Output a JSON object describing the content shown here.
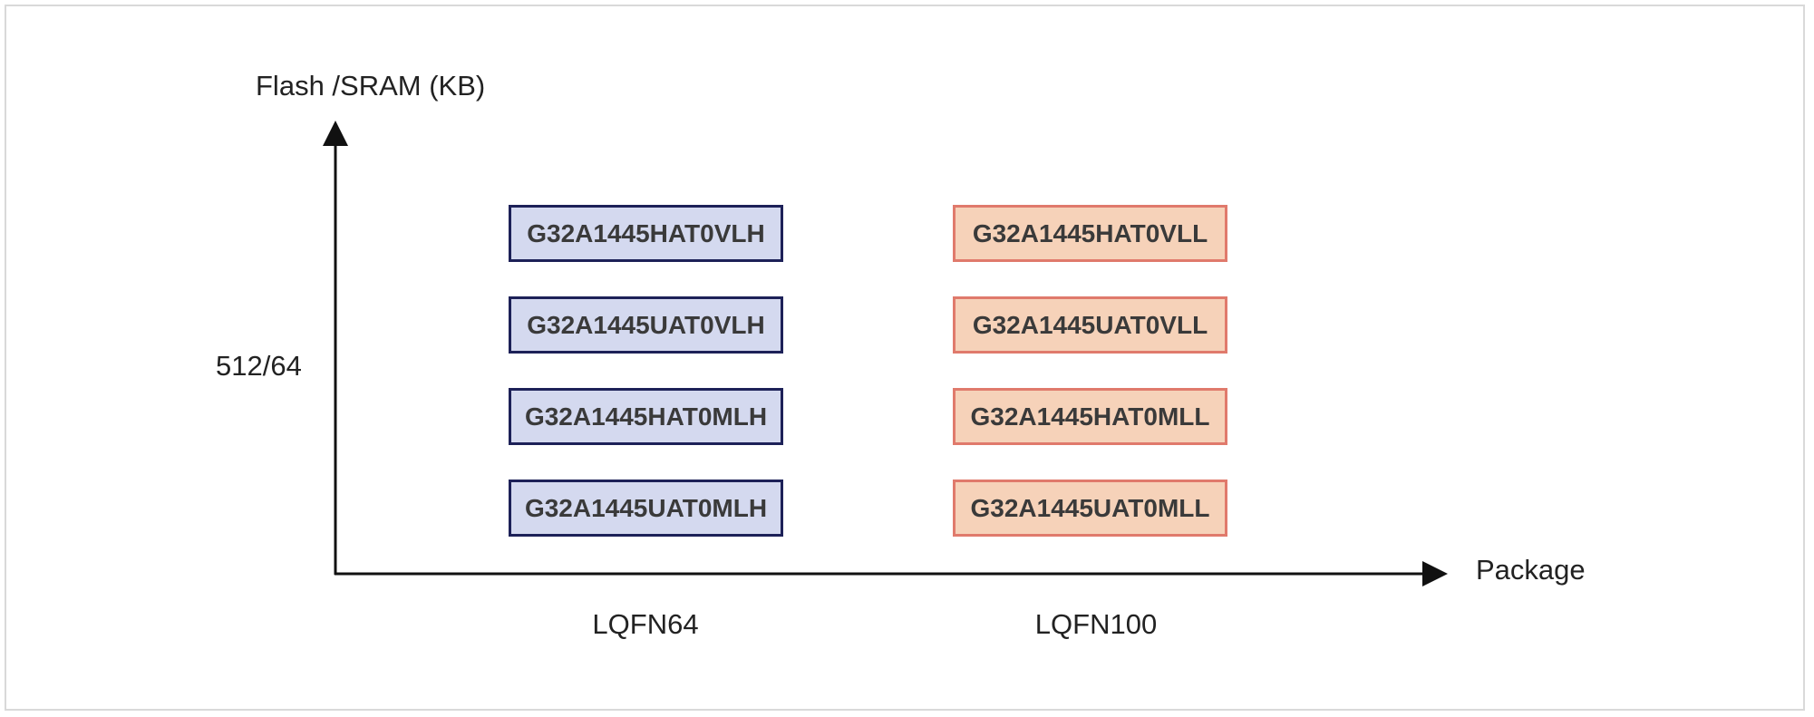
{
  "y_axis": {
    "title": "Flash /SRAM (KB)",
    "tick": "512/64"
  },
  "x_axis": {
    "title": "Package",
    "ticks": [
      "LQFN64",
      "LQFN100"
    ]
  },
  "columns": [
    {
      "package": "LQFN64",
      "color": "#d4d9ef",
      "border_color": "#1d2158",
      "parts": [
        "G32A1445HAT0VLH",
        "G32A1445UAT0VLH",
        "G32A1445HAT0MLH",
        "G32A1445UAT0MLH"
      ]
    },
    {
      "package": "LQFN100",
      "color": "#f6d2b9",
      "border_color": "#e07a6c",
      "parts": [
        "G32A1445HAT0VLL",
        "G32A1445UAT0VLL",
        "G32A1445HAT0MLL",
        "G32A1445UAT0MLL"
      ]
    }
  ]
}
